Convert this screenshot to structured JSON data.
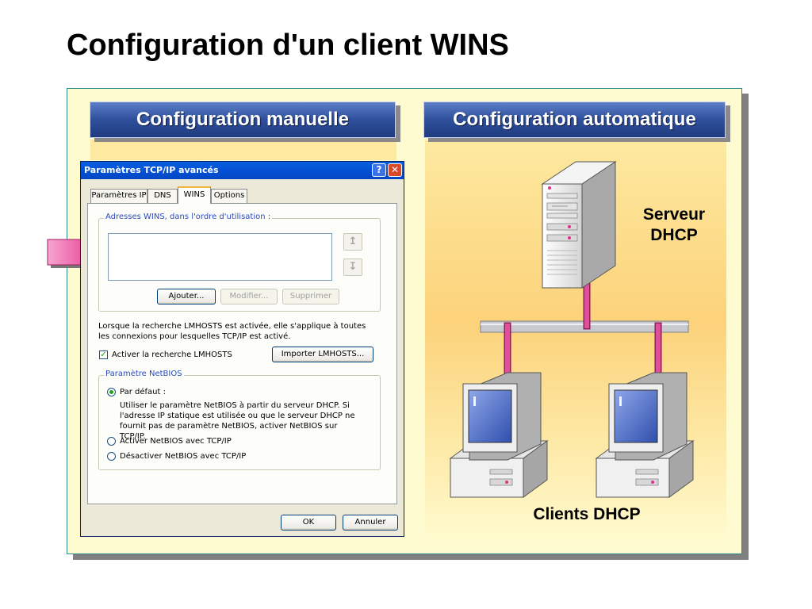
{
  "slide": {
    "title": "Configuration d'un client WINS"
  },
  "panels": {
    "manual_header": "Configuration manuelle",
    "auto_header": "Configuration automatique"
  },
  "dialog": {
    "title": "Paramètres TCP/IP avancés",
    "help_glyph": "?",
    "close_glyph": "✕",
    "tabs": [
      {
        "label": "Paramètres IP"
      },
      {
        "label": "DNS"
      },
      {
        "label": "WINS"
      },
      {
        "label": "Options"
      }
    ],
    "wins_group_label": "Adresses WINS, dans l'ordre d'utilisation :",
    "up_arrow": "↥",
    "down_arrow": "↧",
    "buttons": {
      "add": "Ajouter...",
      "modify": "Modifier...",
      "remove": "Supprimer"
    },
    "lmhosts_description": "Lorsque la recherche LMHOSTS est activée, elle s'applique à toutes les connexions pour lesquelles TCP/IP est activé.",
    "lmhosts_checkbox": "Activer la recherche LMHOSTS",
    "lmhosts_check_glyph": "✓",
    "import_button": "Importer LMHOSTS...",
    "netbios_group_label": "Paramètre NetBIOS",
    "netbios_options": [
      {
        "label": "Par défaut :",
        "selected": true
      },
      {
        "label": "Activer NetBIOS avec TCP/IP",
        "selected": false
      },
      {
        "label": "Désactiver NetBIOS avec TCP/IP",
        "selected": false
      }
    ],
    "default_description": "Utiliser le paramètre NetBIOS à partir du serveur DHCP. Si l'adresse IP statique est utilisée ou que le serveur DHCP ne fournit pas de paramètre NetBIOS, activer NetBIOS sur TCP/IP.",
    "ok": "OK",
    "cancel": "Annuler"
  },
  "network": {
    "server_label_line1": "Serveur",
    "server_label_line2": "DHCP",
    "clients_label": "Clients DHCP"
  },
  "colors": {
    "frame_bg": "#fffbd0",
    "header_blue": "#2e4f9b",
    "cable_pink": "#e0509a",
    "arrow_pink": "#e8449a",
    "xp_title_blue": "#0554d8"
  }
}
